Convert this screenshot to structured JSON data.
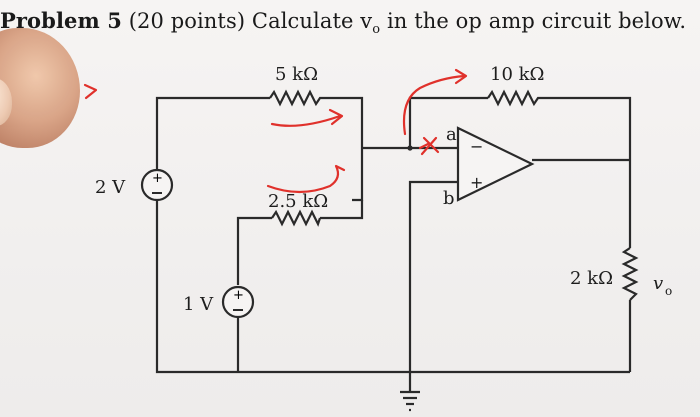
{
  "problem": {
    "number_label": "Problem 5",
    "rest_pre": " (20 points) Calculate ",
    "var_main": "v",
    "var_sub": "o",
    "rest_post": " in the op amp circuit below."
  },
  "components": {
    "r1": "5 kΩ",
    "r2": "10 kΩ",
    "r3": "2.5 kΩ",
    "r4": "2 kΩ",
    "v1": "2 V",
    "v2": "1 V",
    "node_a": "a",
    "node_b": "b",
    "output_main": "v",
    "output_sub": "o",
    "plus": "+",
    "minus": "−"
  },
  "colors": {
    "ink": "#e0312b",
    "wire": "#2a2a2a"
  }
}
